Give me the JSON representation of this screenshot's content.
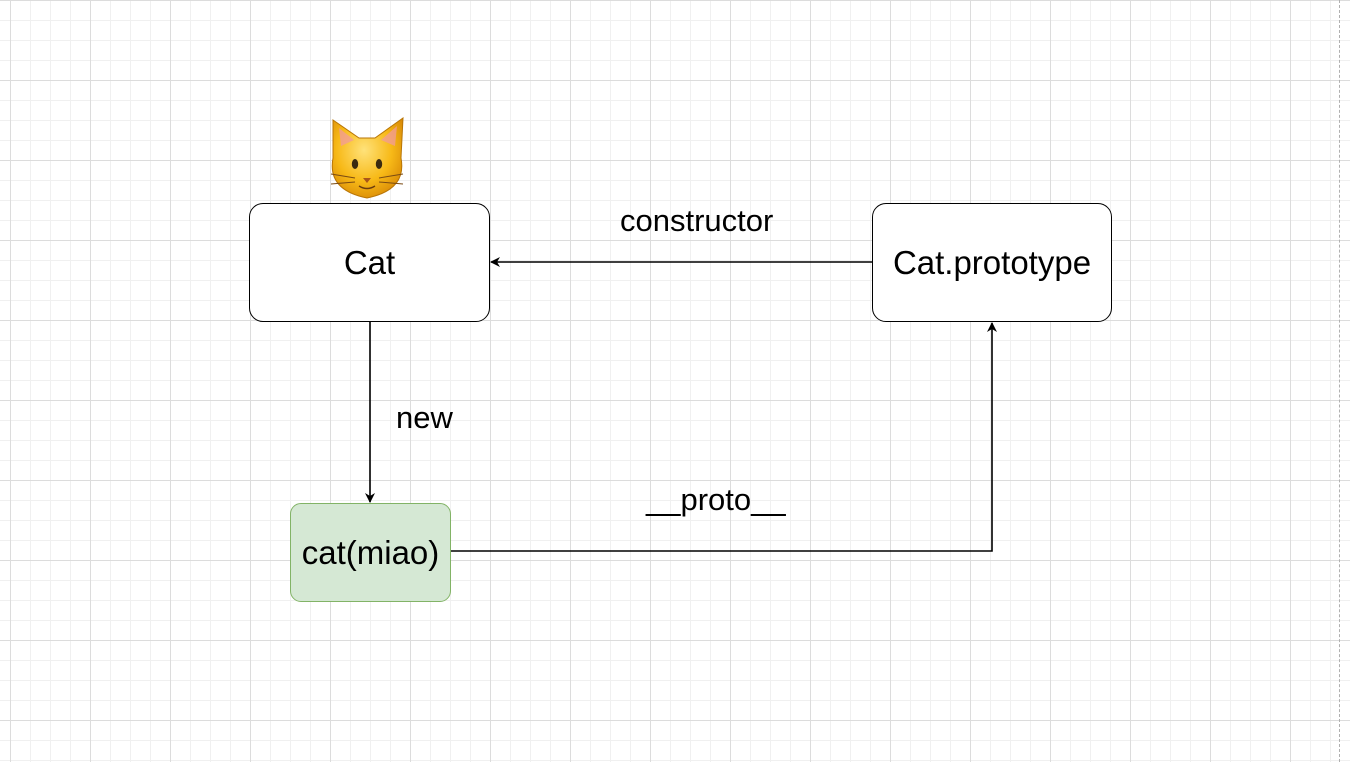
{
  "nodes": {
    "cat": {
      "label": "Cat"
    },
    "prototype": {
      "label": "Cat.prototype"
    },
    "instance": {
      "label": "cat(miao)",
      "fill": "#d5e8d4",
      "stroke": "#82b366"
    }
  },
  "edges": {
    "constructor": {
      "label": "constructor",
      "from": "Cat.prototype",
      "to": "Cat"
    },
    "new": {
      "label": "new",
      "from": "Cat",
      "to": "cat(miao)"
    },
    "proto": {
      "label": "__proto__",
      "from": "cat(miao)",
      "to": "Cat.prototype"
    }
  },
  "decoration": {
    "icon": "cat-face-emoji-icon"
  }
}
